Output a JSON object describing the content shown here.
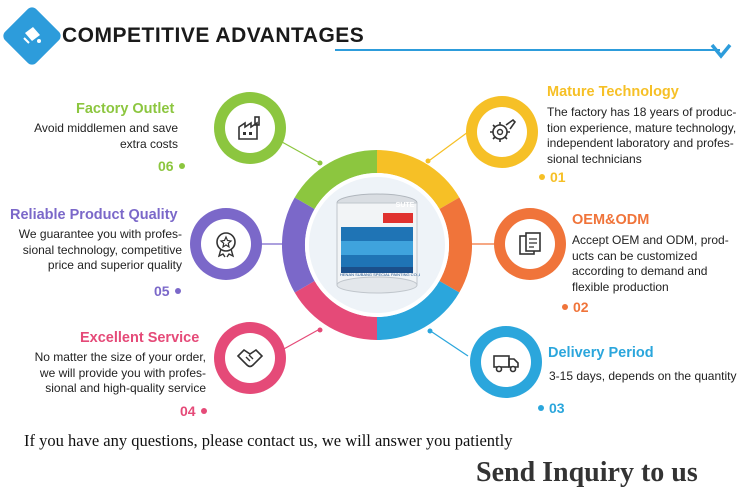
{
  "header": {
    "title": "COMPETITIVE ADVANTAGES",
    "accent": "#2d9cdb"
  },
  "product": {
    "brand_label": "SUTE",
    "caption": "HENAN SUBANG SPECIAL PAINTING CO.,LTD."
  },
  "items": [
    {
      "id": "mature-technology",
      "title": "Mature Technology",
      "text": [
        "The factory has 18 years of produc-",
        "tion experience, mature technology,",
        "independent laboratory and profes-",
        "sional technicians"
      ],
      "number": "01",
      "color": "#f6c026",
      "icon": "gear-wrench-icon"
    },
    {
      "id": "oem-odm",
      "title": "OEM&ODM",
      "text": [
        "Accept OEM and ODM, prod-",
        "ucts can be customized",
        "according to demand and",
        "flexible production"
      ],
      "number": "02",
      "color": "#f0743a",
      "icon": "documents-icon"
    },
    {
      "id": "delivery-period",
      "title": "Delivery Period",
      "text": [
        "3-15 days, depends on the quantity"
      ],
      "number": "03",
      "color": "#2ba6dc",
      "icon": "truck-icon"
    },
    {
      "id": "excellent-service",
      "title": "Excellent Service",
      "text": [
        "No matter the size of your order,",
        "we will provide you with profes-",
        "sional and high-quality service"
      ],
      "number": "04",
      "color": "#e54a78",
      "icon": "handshake-icon"
    },
    {
      "id": "reliable-quality",
      "title": "Reliable Product Quality",
      "text": [
        "We guarantee you with profes-",
        "sional technology, competitive",
        "price and superior quality"
      ],
      "number": "05",
      "color": "#7b68c9",
      "icon": "award-star-icon"
    },
    {
      "id": "factory-outlet",
      "title": "Factory Outlet",
      "text": [
        "Avoid middlemen and save",
        "extra costs"
      ],
      "number": "06",
      "color": "#8cc63f",
      "icon": "factory-icon"
    }
  ],
  "footer": {
    "message": "If you have any questions, please contact us, we will answer you patiently",
    "cta": "Send Inquiry to us"
  }
}
